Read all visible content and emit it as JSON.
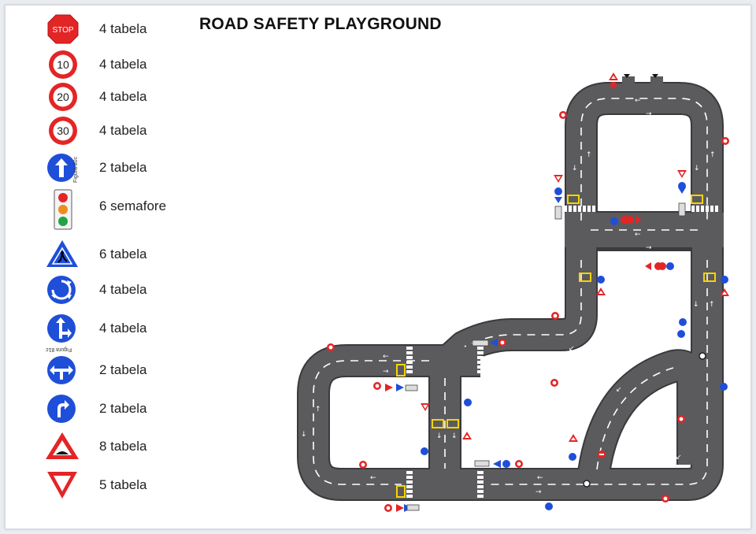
{
  "title": "ROAD SAFETY PLAYGROUND",
  "colors": {
    "sign_red": "#e32526",
    "sign_blue": "#1f4fd8",
    "road": "#5b5b5e",
    "road_edge": "#3a3a3d",
    "lane": "#ffffff",
    "signal_yellow": "#f5d400"
  },
  "legend": [
    {
      "icon": "stop-sign-icon",
      "sign_text": "STOP",
      "label": "4 tabela"
    },
    {
      "icon": "speed-limit-10-icon",
      "sign_text": "10",
      "label": "4 tabela"
    },
    {
      "icon": "speed-limit-20-icon",
      "sign_text": "20",
      "label": "4 tabela"
    },
    {
      "icon": "speed-limit-30-icon",
      "sign_text": "30",
      "label": "4 tabela"
    },
    {
      "icon": "straight-ahead-icon",
      "label": "2 tabela"
    },
    {
      "icon": "traffic-light-icon",
      "label": "6 semafore"
    },
    {
      "icon": "pedestrian-crossing-icon",
      "label": "6 tabela"
    },
    {
      "icon": "roundabout-icon",
      "label": "4 tabela"
    },
    {
      "icon": "straight-or-right-icon",
      "label": "4 tabela"
    },
    {
      "icon": "left-or-right-icon",
      "label": "2 tabela"
    },
    {
      "icon": "turn-right-icon",
      "label": "2 tabela"
    },
    {
      "icon": "warning-triangle-icon",
      "label": "8 tabela"
    },
    {
      "icon": "yield-sign-icon",
      "label": "5 tabela"
    }
  ],
  "side_notes": {
    "figure_a": "Figura 80c",
    "figure_b": "Figura 81c"
  }
}
